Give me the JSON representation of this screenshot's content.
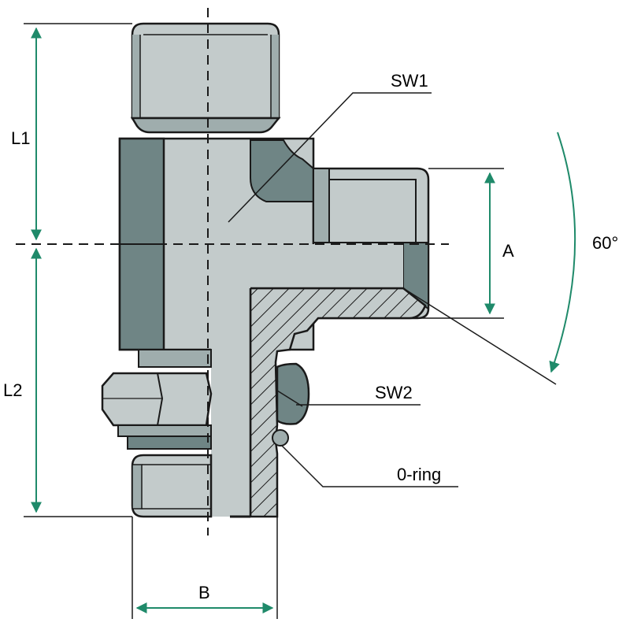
{
  "labels": {
    "l1": "L1",
    "l2": "L2",
    "sw1": "SW1",
    "sw2": "SW2",
    "a": "A",
    "b": "B",
    "angle": "60°",
    "oring": "0-ring"
  },
  "colors": {
    "body_light": "#c3cbcb",
    "body_mid": "#9fadad",
    "body_dark": "#6f8585",
    "arrow": "#1f8a6a",
    "outline": "#1a1a1a"
  }
}
